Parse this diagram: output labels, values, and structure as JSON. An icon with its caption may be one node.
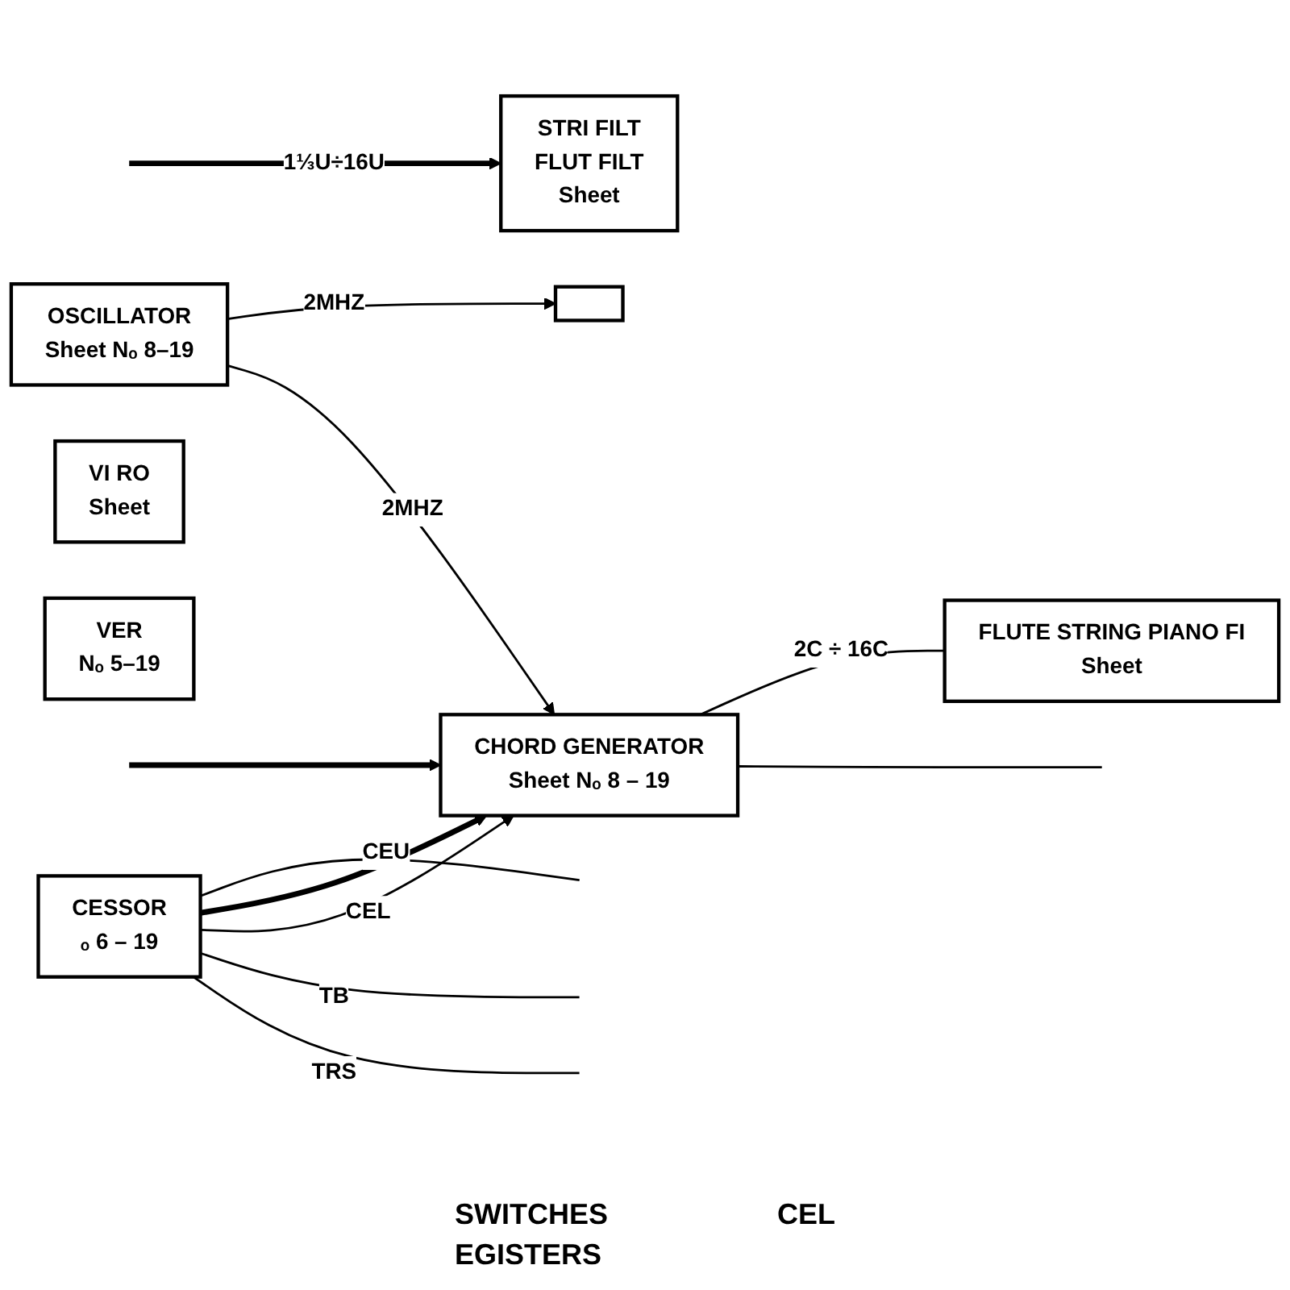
{
  "diagram": {
    "nodes": [
      {
        "text": [
          "CESSOR",
          "ₒ 6 – 19"
        ]
      },
      {
        "text": [],
        "shape": "box"
      },
      {
        "text": [
          "STRI FILT",
          "FLUT FILT",
          "Sheet"
        ]
      },
      {
        "text": [
          "OSCILLATOR",
          "Sheet Nₒ 8–19"
        ]
      },
      {
        "text": [
          "VI RO",
          "Sheet"
        ]
      },
      {
        "text": [
          "VER",
          "Nₒ 5–19"
        ]
      },
      {
        "text": [
          "CHORD GENERATOR",
          "Sheet Nₒ 8 – 19"
        ]
      },
      {
        "text": [
          "FLUTE STRING PIANO FI",
          "Sheet"
        ]
      }
    ],
    "edges": [
      {
        "from": 0,
        "to": null,
        "arrow": "none",
        "label": "CEU"
      },
      {
        "from": 0,
        "to": 6,
        "arrow": "to",
        "style": "thick"
      },
      {
        "from": null,
        "to": 6,
        "arrow": "to",
        "style": "thick"
      },
      {
        "from": 0,
        "to": 6,
        "arrow": "to",
        "label": "CEL"
      },
      {
        "from": 0,
        "to": null,
        "arrow": "none",
        "label": "TB"
      },
      {
        "from": 0,
        "to": null,
        "arrow": "none",
        "label": "TRS"
      },
      {
        "from": 3,
        "to": 1,
        "arrow": "to",
        "label": "2MHZ"
      },
      {
        "from": 3,
        "to": 6,
        "arrow": "to",
        "label": "2MHZ"
      },
      {
        "from": null,
        "to": 2,
        "arrow": "to",
        "label": "1⅓U÷16U",
        "style": "thick"
      },
      {
        "from": 6,
        "to": 7,
        "arrow": "none",
        "label": "2C ÷ 16C"
      },
      {
        "from": 6,
        "to": null,
        "arrow": "none"
      }
    ],
    "labels": [
      "SWITCHES EGISTERS",
      "CEL"
    ]
  }
}
